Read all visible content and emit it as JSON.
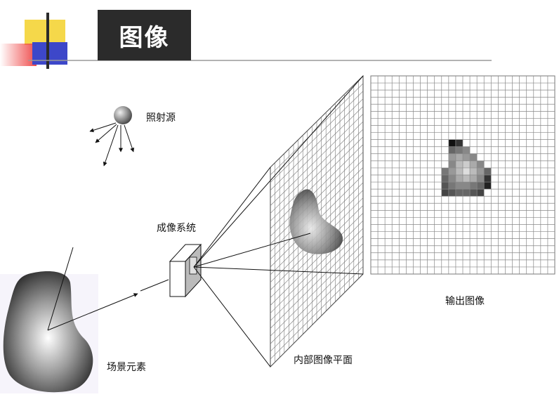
{
  "slide": {
    "title": "图像",
    "header_colors": {
      "yellow": "#f5d84a",
      "blue": "#3d47c9",
      "red": "#ef4a4a",
      "dark": "#2b2b2b"
    }
  },
  "diagram": {
    "illumination_label": "照射源",
    "imaging_system_label": "成像系统",
    "scene_element_label": "场景元素",
    "internal_image_plane_label": "内部图像平面",
    "output_image_label": "输出图像"
  }
}
